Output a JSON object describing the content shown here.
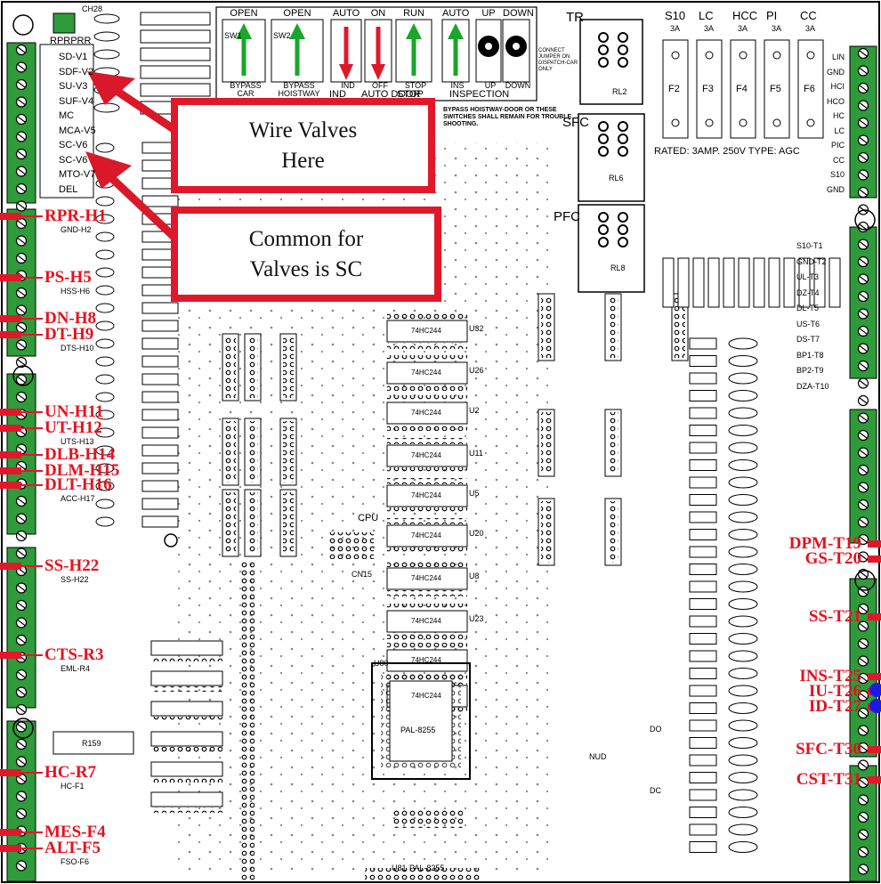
{
  "callouts": {
    "wire_valves": [
      "Wire Valves",
      "Here"
    ],
    "common_sc": [
      "Common for",
      "Valves is SC"
    ]
  },
  "left_terminals": [
    {
      "label": "RPR-H1",
      "sub": "GND-H2"
    },
    {
      "label": "PS-H5",
      "sub": "HSS-H6"
    },
    {
      "label": "DN-H8",
      "sub": ""
    },
    {
      "label": "DT-H9",
      "sub": "DTS-H10"
    },
    {
      "label": "UN-H11",
      "sub": ""
    },
    {
      "label": "UT-H12",
      "sub": "UTS-H13"
    },
    {
      "label": "DLB-H14",
      "sub": ""
    },
    {
      "label": "DLM-H15",
      "sub": ""
    },
    {
      "label": "DLT-H16",
      "sub": "ACC-H17"
    },
    {
      "label": "SS-H22",
      "sub": "SS-H22"
    },
    {
      "label": "CTS-R3",
      "sub": "EML-R4"
    },
    {
      "label": "HC-R7",
      "sub": "HC-F1"
    },
    {
      "label": "MES-F4",
      "sub": ""
    },
    {
      "label": "ALT-F5",
      "sub": "FSO-F6"
    }
  ],
  "right_terminals": [
    {
      "label": "DPM-T19"
    },
    {
      "label": "GS-T20"
    },
    {
      "label": "SS-T21"
    },
    {
      "label": "INS-T25"
    },
    {
      "label": "IU-T26"
    },
    {
      "label": "ID-T27"
    },
    {
      "label": "SFC-T30"
    },
    {
      "label": "CST-T31"
    }
  ],
  "valve_terminals": [
    "SD-V1",
    "SDF-V2",
    "SU-V3",
    "SUF-V4",
    "MC",
    "MCA-V5",
    "SC-V6",
    "SC-V6",
    "MTO-V7",
    "DEL"
  ],
  "switches": [
    {
      "top": "OPEN",
      "bottom": "BYPASS CAR",
      "id": "SW1",
      "arrow": "up",
      "color": "#1aa62a"
    },
    {
      "top": "OPEN",
      "bottom": "BYPASS HOISTWAY",
      "id": "SW2",
      "arrow": "up",
      "color": "#1aa62a"
    },
    {
      "top": "AUTO",
      "bottom": "IND",
      "arrow": "down",
      "color": "#e0182a"
    },
    {
      "top": "ON",
      "bottom": "OFF",
      "arrow": "down",
      "color": "#e0182a"
    },
    {
      "top": "RUN",
      "bottom": "STOP",
      "arrow": "up",
      "color": "#1aa62a"
    },
    {
      "top": "AUTO",
      "bottom": "INS",
      "arrow": "up",
      "color": "#1aa62a"
    },
    {
      "top": "UP",
      "bottom": "UP",
      "arrow": "knob",
      "color": "#000"
    },
    {
      "top": "DOWN",
      "bottom": "DOWN",
      "arrow": "knob",
      "color": "#000"
    }
  ],
  "switch_group_labels": [
    "IND",
    "AUTO DOOR",
    "STOP",
    "INSPECTION"
  ],
  "relays": [
    "TR",
    "RL2",
    "SFC",
    "RL6",
    "PFC",
    "RL8"
  ],
  "fuses": {
    "headers": [
      "S10",
      "LC",
      "HCC",
      "PI",
      "CC"
    ],
    "ratings": [
      "3A",
      "3A",
      "3A",
      "3A",
      "3A"
    ],
    "names": [
      "F2",
      "F3",
      "F4",
      "F5",
      "F6"
    ],
    "rating_text": "RATED: 3AMP. 250V TYPE: AGC"
  },
  "right_top_terminals": [
    "LIN",
    "GND",
    "HCI",
    "HCO",
    "HC",
    "LC",
    "PIC",
    "CC",
    "S10",
    "GND"
  ],
  "right_mid_terminals": [
    "S10-T1",
    "GND-T2",
    "UL-T3",
    "DZ-T4",
    "DL-T5",
    "US-T6",
    "DS-T7",
    "BP1-T8",
    "BP2-T9",
    "DZA-T10"
  ],
  "chips": [
    "74HC244",
    "74HC244",
    "74HC244",
    "74HC244",
    "74HC244",
    "74HC244",
    "74HC244",
    "74HC244",
    "74HC244",
    "74HC244"
  ],
  "chip_ids": [
    "U32",
    "U26",
    "U2",
    "U11",
    "U5",
    "U20",
    "U8",
    "U23"
  ],
  "cpu": {
    "label": "CPU",
    "chip": "PAL-8255",
    "chip2": "PAL-8255",
    "u": "U80",
    "u2": "U81"
  },
  "notes": {
    "bypass_note": "BYPASS HOISTWAY-DOOR OR THESE SWITCHES SHALL REMAIN FOR TROUBLE SHOOTING.",
    "jumper_note": "CONNECT JUMPER ON DISPATCH-CAR ONLY"
  },
  "misc": {
    "ch28": "CH28",
    "rprprr": "RPRPRR",
    "cn15": "CN15",
    "r159": "R159",
    "nud": "NUD",
    "do": "DO",
    "dc": "DC"
  }
}
